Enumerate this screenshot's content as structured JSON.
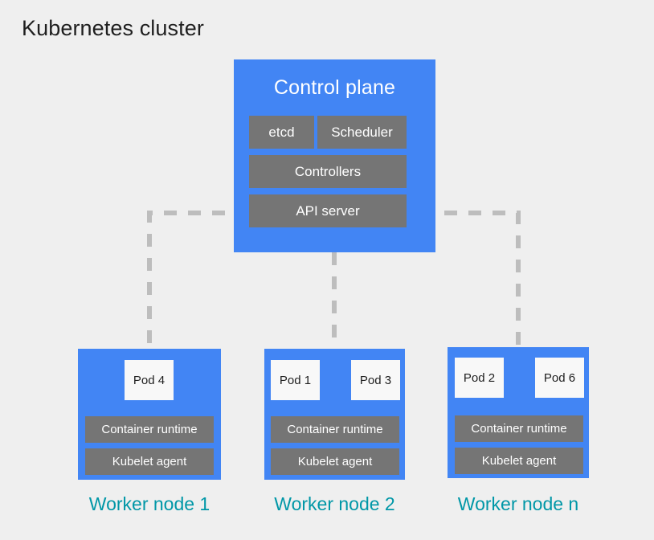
{
  "title": "Kubernetes cluster",
  "colors": {
    "background": "#efefef",
    "node_blue": "#4285f4",
    "component_gray": "#757575",
    "pod_white": "#f8f8f8",
    "caption_teal": "#0097a7",
    "connector_gray": "#bdbdbd",
    "title_text": "#1f1f1f"
  },
  "control_plane": {
    "title": "Control plane",
    "components": [
      {
        "id": "etcd",
        "label": "etcd"
      },
      {
        "id": "scheduler",
        "label": "Scheduler"
      },
      {
        "id": "controllers",
        "label": "Controllers"
      },
      {
        "id": "apiserver",
        "label": "API server"
      }
    ]
  },
  "worker_nodes": [
    {
      "id": "worker-node-1",
      "caption": "Worker node 1",
      "pods": [
        {
          "label": "Pod 4"
        }
      ],
      "components": [
        {
          "label": "Container runtime"
        },
        {
          "label": "Kubelet agent"
        }
      ]
    },
    {
      "id": "worker-node-2",
      "caption": "Worker node 2",
      "pods": [
        {
          "label": "Pod 1"
        },
        {
          "label": "Pod 3"
        }
      ],
      "components": [
        {
          "label": "Container runtime"
        },
        {
          "label": "Kubelet agent"
        }
      ]
    },
    {
      "id": "worker-node-n",
      "caption": "Worker node n",
      "pods": [
        {
          "label": "Pod 2"
        },
        {
          "label": "Pod 6"
        }
      ],
      "components": [
        {
          "label": "Container runtime"
        },
        {
          "label": "Kubelet agent"
        }
      ]
    }
  ],
  "connectors": {
    "style": "dashed",
    "links": [
      {
        "from": "apiserver",
        "to": "worker-node-1"
      },
      {
        "from": "apiserver",
        "to": "worker-node-2"
      },
      {
        "from": "apiserver",
        "to": "worker-node-n"
      }
    ]
  }
}
